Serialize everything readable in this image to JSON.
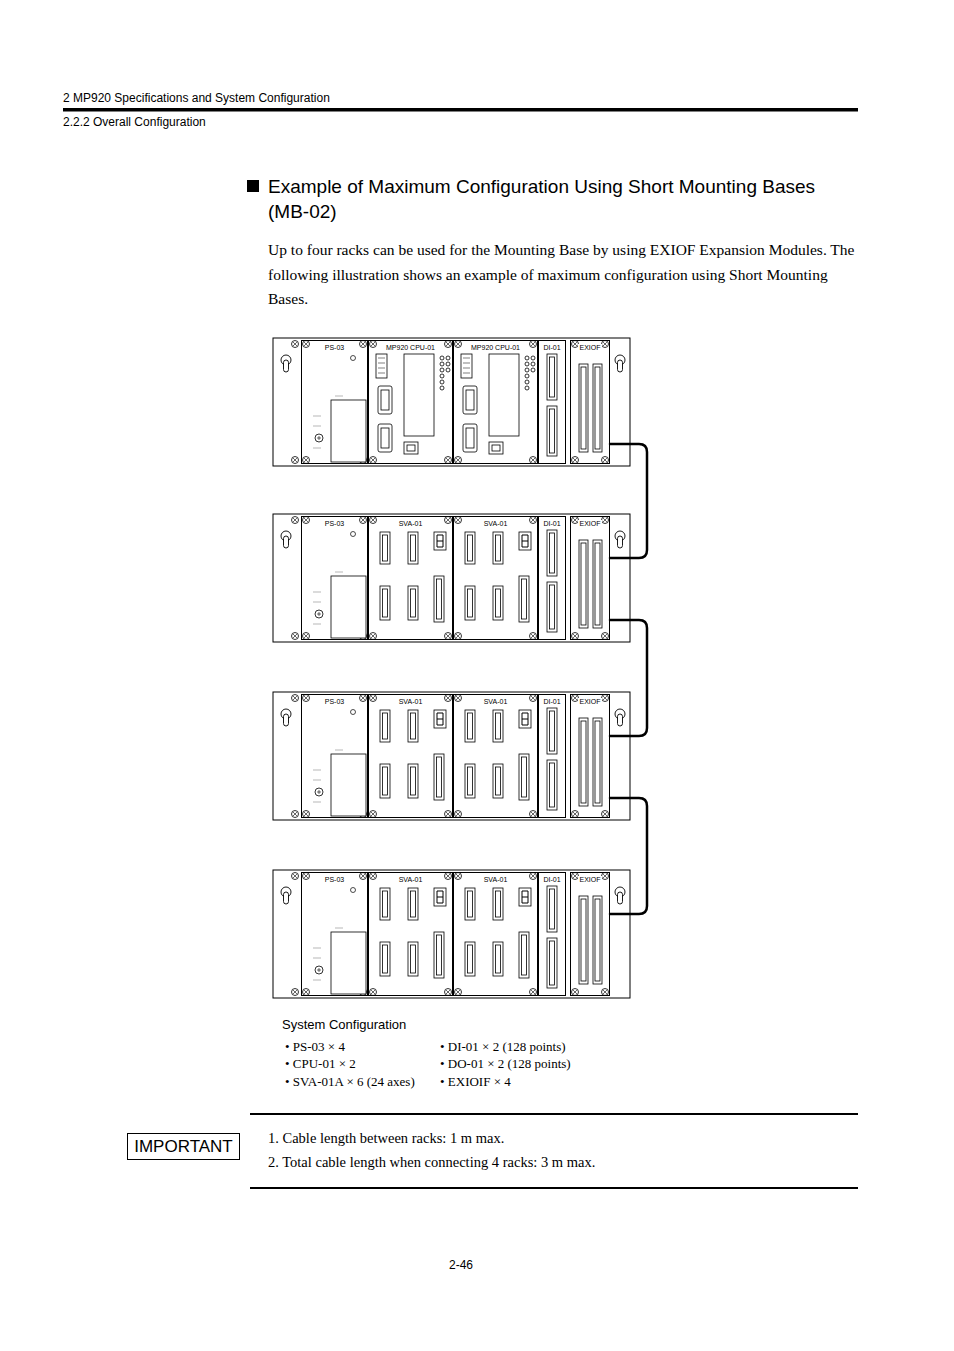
{
  "diagram": {
    "title": "Example of Maximum Configuration Using Short Mounting Bases (MB-02)",
    "nodes": [
      {
        "text": [
          "PS-03"
        ]
      },
      {
        "text": [
          "MP920 CPU-01"
        ]
      },
      {
        "text": [
          "MP920 CPU-01"
        ]
      },
      {
        "text": [
          "DI-01"
        ]
      },
      {
        "text": [
          "EXIOF"
        ]
      },
      {
        "text": [
          "PS-03"
        ]
      },
      {
        "text": [
          "SVA-01"
        ]
      },
      {
        "text": [
          "SVA-01"
        ]
      },
      {
        "text": [
          "DI-01"
        ]
      },
      {
        "text": [
          "EXIOF"
        ]
      },
      {
        "text": [
          "PS-03"
        ]
      },
      {
        "text": [
          "SVA-01"
        ]
      },
      {
        "text": [
          "SVA-01"
        ]
      },
      {
        "text": [
          "DI-01"
        ]
      },
      {
        "text": [
          "EXIOF"
        ]
      },
      {
        "text": [
          "PS-03"
        ]
      },
      {
        "text": [
          "SVA-01"
        ]
      },
      {
        "text": [
          "SVA-01"
        ]
      },
      {
        "text": [
          "DI-01"
        ]
      },
      {
        "text": [
          "EXIOF"
        ]
      },
      {
        "text": [
          "IMPORTANT"
        ]
      }
    ],
    "edges": [
      {
        "from": 4,
        "to": 9,
        "arrow": "none"
      },
      {
        "from": 9,
        "to": 14,
        "arrow": "none"
      },
      {
        "from": 14,
        "to": 19,
        "arrow": "none"
      }
    ],
    "labels": [
      "2 MP920 Specifications and System Configuration",
      "2.2.2 Overall Configuration",
      "Up to four racks can be used for the Mounting Base by using EXIOF Expansion Modules. The following illustration shows an example of maximum configuration using Short Mounting Bases.",
      "System Configuration",
      "• PS-03 × 4",
      "• CPU-01 × 2",
      "• SVA-01A × 6 (24 axes)",
      "• DI-01 × 2 (128 points)",
      "• DO-01 × 2 (128 points)",
      "• EXIOIF × 4",
      "1. Cable length between racks: 1 m max.",
      "2. Total cable length when connecting 4 racks: 3 m max.",
      "2-46"
    ]
  }
}
